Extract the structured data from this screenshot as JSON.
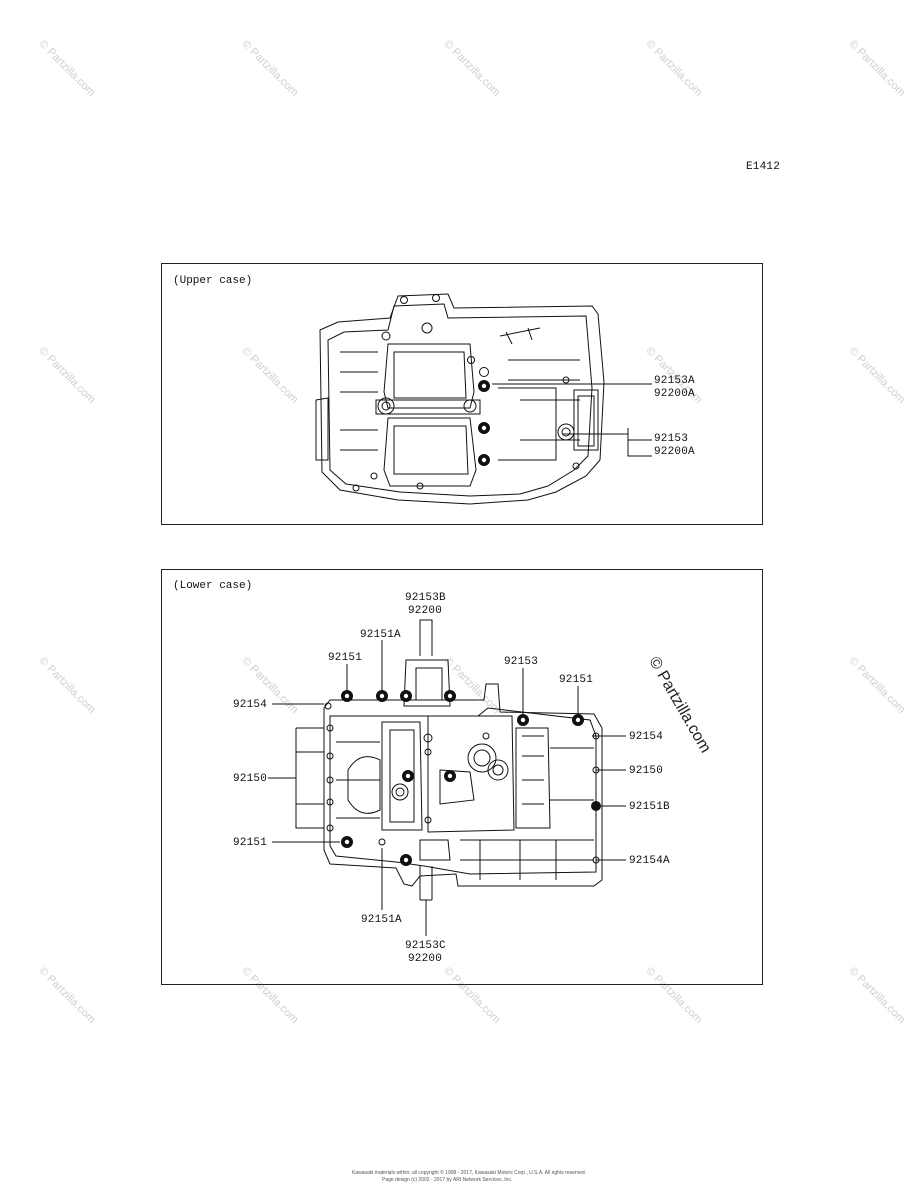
{
  "figure_code": "E1412",
  "upper": {
    "caption": "(Upper case)",
    "labels": [
      "92153A",
      "92200A",
      "92153",
      "92200A"
    ]
  },
  "lower": {
    "caption": "(Lower case)",
    "labels": [
      "92153B",
      "92200",
      "92151A",
      "92151",
      "92153",
      "92151",
      "92154",
      "92154",
      "92150",
      "92150",
      "92151B",
      "92151",
      "92154A",
      "92151A",
      "92153C",
      "92200"
    ]
  },
  "watermark": "© Partzilla.com",
  "footer": [
    "Kawasaki materials within: all copyright © 1998 - 2017, Kawasaki Motors Corp., U.S.A. All rights reserved.",
    "Page design (c) 2002 - 2017 by ARI Network Services, Inc."
  ]
}
